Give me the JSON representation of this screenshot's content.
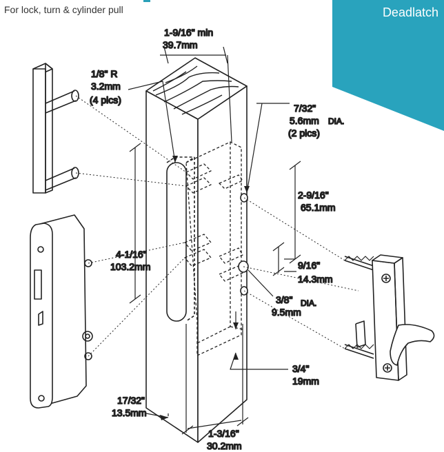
{
  "header": {
    "subtitle": "For lock, turn & cylinder pull",
    "badge": "Deadlatch",
    "badge_color": "#29a3bd"
  },
  "dimensions": {
    "backset": [
      "1-9/16\" min",
      "39.7mm"
    ],
    "radius": [
      "1/8\" R",
      "3.2mm",
      "(4 plcs)"
    ],
    "hole_small": [
      "7/32\"",
      "DIA.",
      "5.6mm",
      "(2 plcs)"
    ],
    "spacing_upper": [
      "2-9/16\"",
      "65.1mm"
    ],
    "mortise_height": [
      "4-1/16\"",
      "103.2mm"
    ],
    "spacing_lower": [
      "9/16\"",
      "14.3mm"
    ],
    "hole_large": [
      "3/8\"",
      "DIA.",
      "9.5mm"
    ],
    "setback": [
      "3/4\"",
      "19mm"
    ],
    "faceplate_offset": [
      "17/32\"",
      "13.5mm"
    ],
    "mortise_width": [
      "1-3/16\"",
      "30.2mm"
    ]
  }
}
